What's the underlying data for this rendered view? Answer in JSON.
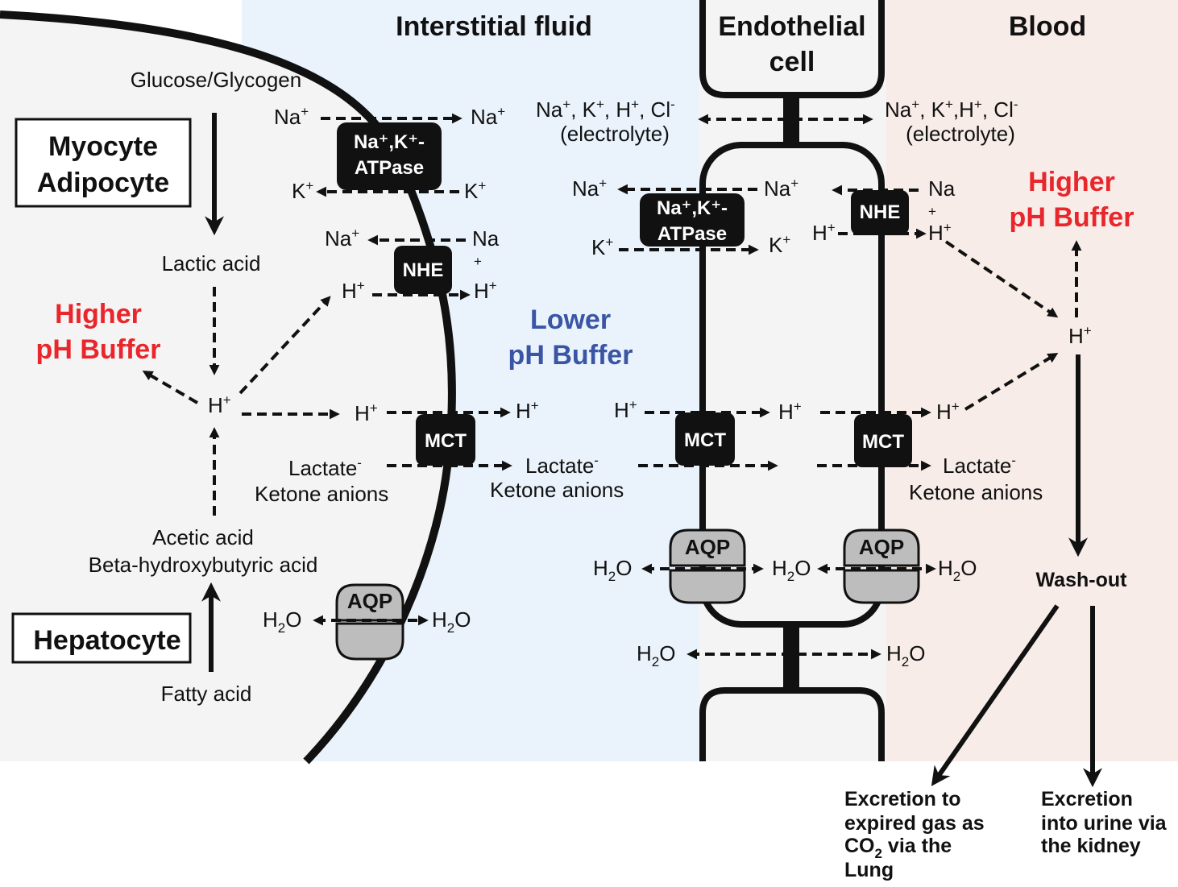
{
  "regions": {
    "interstitial": "Interstitial fluid",
    "endothelial_line1": "Endothelial",
    "endothelial_line2": "cell",
    "blood": "Blood"
  },
  "cells": {
    "myocyte_line1": "Myocyte",
    "myocyte_line2": "Adipocyte",
    "hepatocyte": "Hepatocyte"
  },
  "metabolites": {
    "glucose": "Glucose/Glycogen",
    "lactic_acid": "Lactic acid",
    "acetic_acid": "Acetic acid",
    "beta_hb": "Beta-hydroxybutyric acid",
    "fatty_acid": "Fatty acid"
  },
  "buffers": {
    "higher_line1": "Higher",
    "higher_line2": "pH Buffer",
    "lower_line1": "Lower",
    "lower_line2": "pH Buffer"
  },
  "channels": {
    "atpase_line1": "Na⁺,K⁺-",
    "atpase_line2": "ATPase",
    "nhe": "NHE",
    "mct": "MCT",
    "aqp": "AQP"
  },
  "ions": {
    "na": "Na",
    "k": "K",
    "h": "H",
    "plus": "+",
    "minus": "-",
    "h2o_h": "H",
    "h2o_2": "2",
    "h2o_o": "O",
    "lactate": "Lactate",
    "ketone": "Ketone anions",
    "electrolyte_na": "Na",
    "electrolyte_k": ", K",
    "electrolyte_h": ", H",
    "electrolyte_cl": ", Cl",
    "electrolyte_k_blood": ", K",
    "electrolyte_h_blood": ",H",
    "electrolyte_label": "(electrolyte)"
  },
  "outputs": {
    "washout": "Wash-out",
    "lung_1": "Excretion to",
    "lung_2": "expired gas as",
    "lung_3a": "CO",
    "lung_3sub": "2",
    "lung_3b": " via the",
    "lung_4": "Lung",
    "kidney_1": "Excretion",
    "kidney_2": "into urine via",
    "kidney_3": "the kidney"
  },
  "colors": {
    "cell_bg": "#f4f4f4",
    "interstitial_bg": "#eaf3fc",
    "blood_bg": "#f7ece8",
    "accent_red": "#e8262b",
    "accent_blue": "#3a55a4",
    "channel_black": "#111111",
    "aqp_grey": "#bdbdbd"
  }
}
